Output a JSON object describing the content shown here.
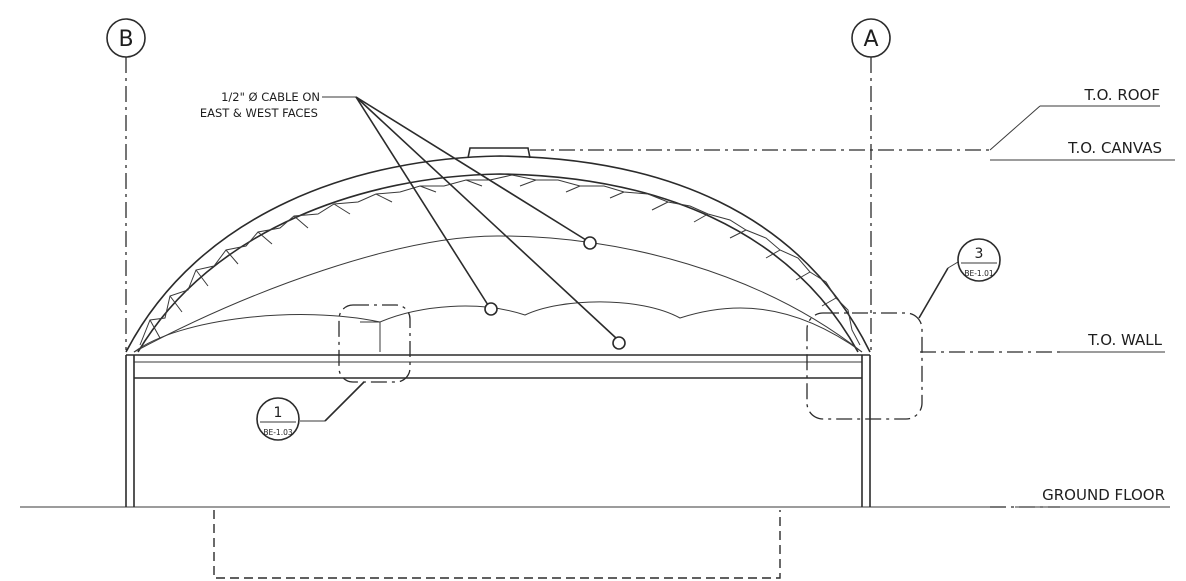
{
  "gridlines": {
    "left_bubble": "B",
    "right_bubble": "A"
  },
  "levels": {
    "roof": "T.O. ROOF",
    "canvas": "T.O. CANVAS",
    "wall": "T.O. WALL",
    "ground": "GROUND FLOOR"
  },
  "callout": {
    "line1": "1/2\" Ø CABLE ON",
    "line2": "EAST & WEST FACES"
  },
  "detail_refs": [
    {
      "number": "1",
      "sheet": "BE-1.03"
    },
    {
      "number": "3",
      "sheet": "BE-1.01"
    }
  ]
}
